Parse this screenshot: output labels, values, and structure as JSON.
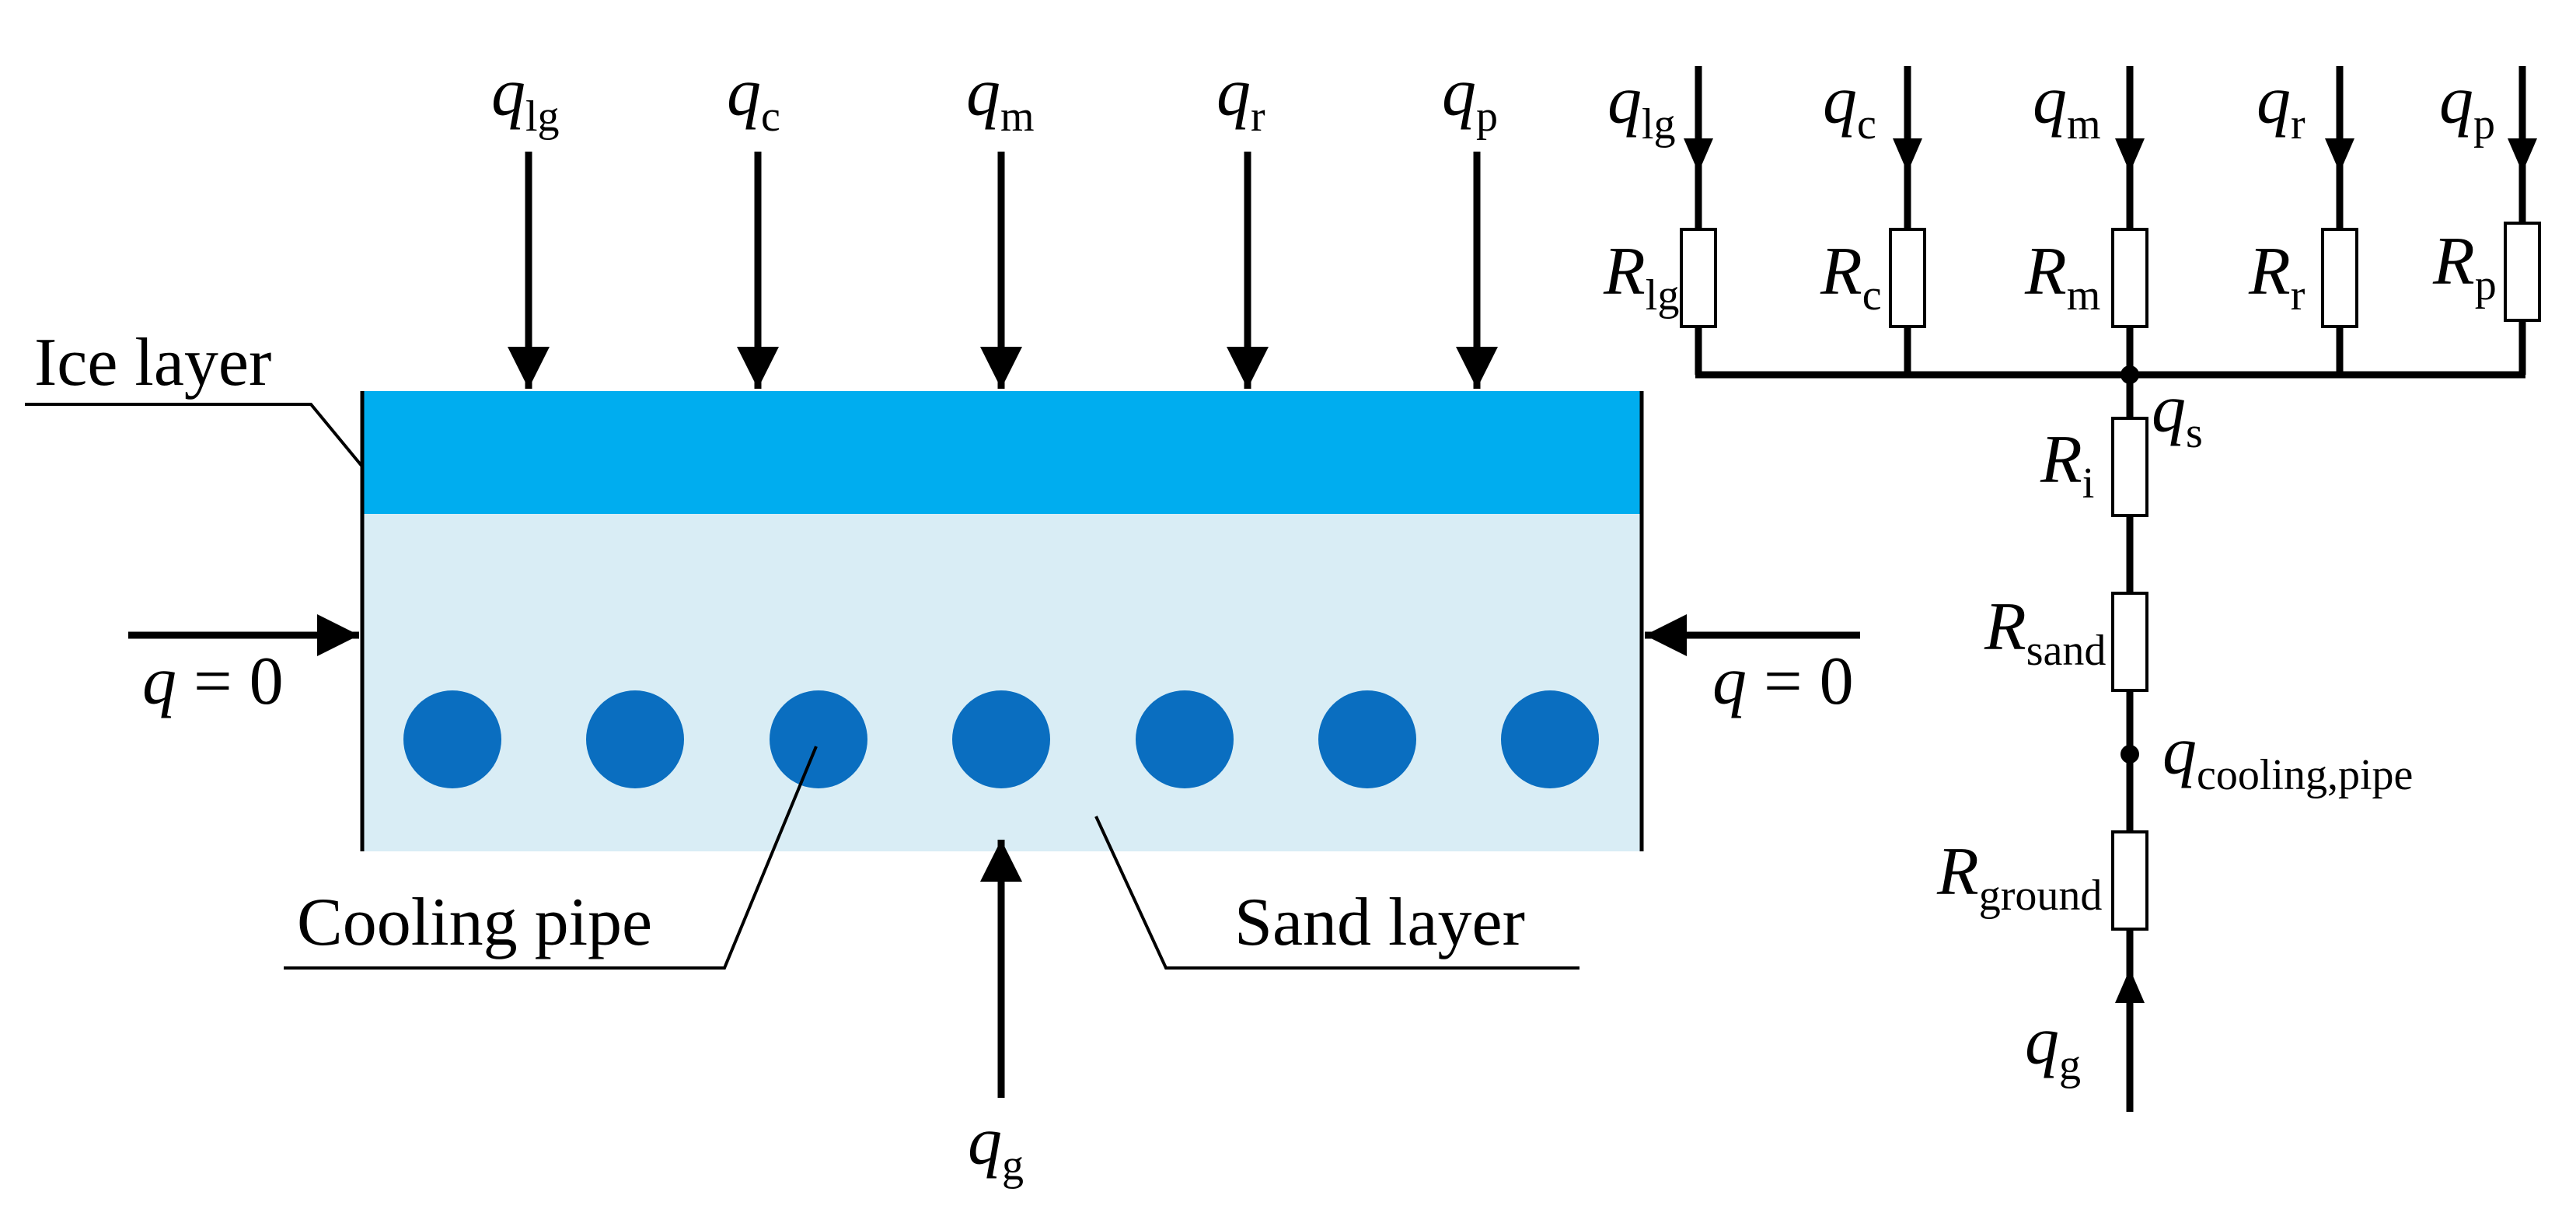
{
  "colors": {
    "ice": "#00ADEF",
    "sand": "#D9EDF5",
    "pipe": "#0A6EC0",
    "line": "#000000",
    "background": "#FFFFFF"
  },
  "left_diagram": {
    "top_fluxes": [
      {
        "sym": "q",
        "sub": "lg"
      },
      {
        "sym": "q",
        "sub": "c"
      },
      {
        "sym": "q",
        "sub": "m"
      },
      {
        "sym": "q",
        "sub": "r"
      },
      {
        "sym": "q",
        "sub": "p"
      }
    ],
    "side_flux_left": {
      "sym": "q",
      "rest": " = 0"
    },
    "side_flux_right": {
      "sym": "q",
      "rest": " = 0"
    },
    "bottom_flux": {
      "sym": "q",
      "sub": "g"
    },
    "labels": {
      "ice_layer": "Ice layer",
      "cooling_pipe": "Cooling pipe",
      "sand_layer": "Sand layer"
    },
    "pipe_count": 7
  },
  "right_diagram": {
    "top_fluxes": [
      {
        "sym": "q",
        "sub": "lg"
      },
      {
        "sym": "q",
        "sub": "c"
      },
      {
        "sym": "q",
        "sub": "m"
      },
      {
        "sym": "q",
        "sub": "r"
      },
      {
        "sym": "q",
        "sub": "p"
      }
    ],
    "top_resistors": [
      {
        "sym": "R",
        "sub": "lg"
      },
      {
        "sym": "R",
        "sub": "c"
      },
      {
        "sym": "R",
        "sub": "m"
      },
      {
        "sym": "R",
        "sub": "r"
      },
      {
        "sym": "R",
        "sub": "p"
      }
    ],
    "node_surface": {
      "sym": "q",
      "sub": "s"
    },
    "resistor_ice": {
      "sym": "R",
      "sub": "i"
    },
    "resistor_sand": {
      "sym": "R",
      "sub": "sand"
    },
    "node_pipe": {
      "sym": "q",
      "sub": "cooling,pipe"
    },
    "resistor_ground": {
      "sym": "R",
      "sub": "ground"
    },
    "bottom_flux": {
      "sym": "q",
      "sub": "g"
    }
  }
}
